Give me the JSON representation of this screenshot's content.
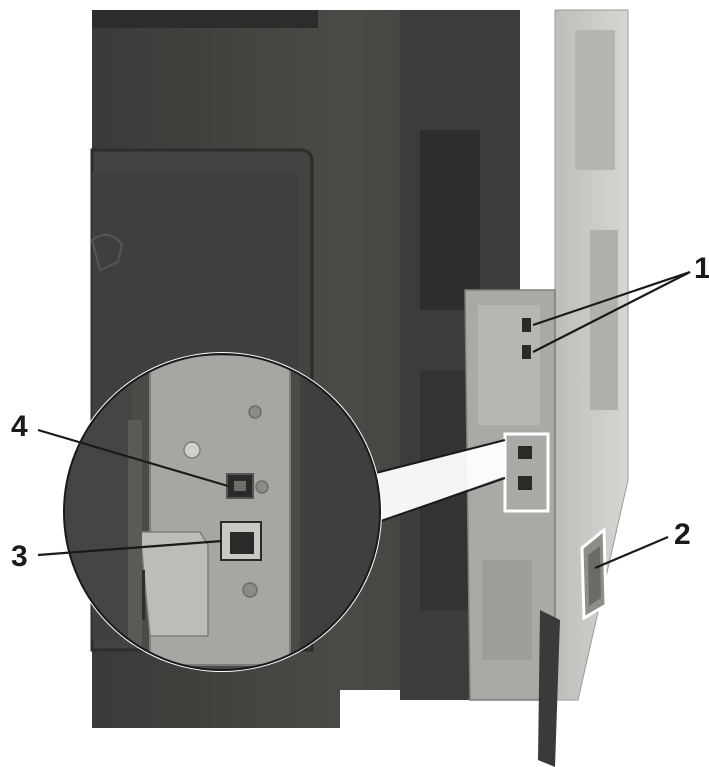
{
  "callouts": [
    {
      "id": "callout-1",
      "label": "1"
    },
    {
      "id": "callout-2",
      "label": "2"
    },
    {
      "id": "callout-3",
      "label": "3"
    },
    {
      "id": "callout-4",
      "label": "4"
    }
  ],
  "colors": {
    "housing": "#4a4a47",
    "housing_dark": "#2f2f2d",
    "panel_metal": "#a9a9a6",
    "panel_light": "#c9c9c6",
    "side_panel": "#c4c4c1",
    "leader_line": "#1a1a1a",
    "highlight": "#ffffff"
  }
}
